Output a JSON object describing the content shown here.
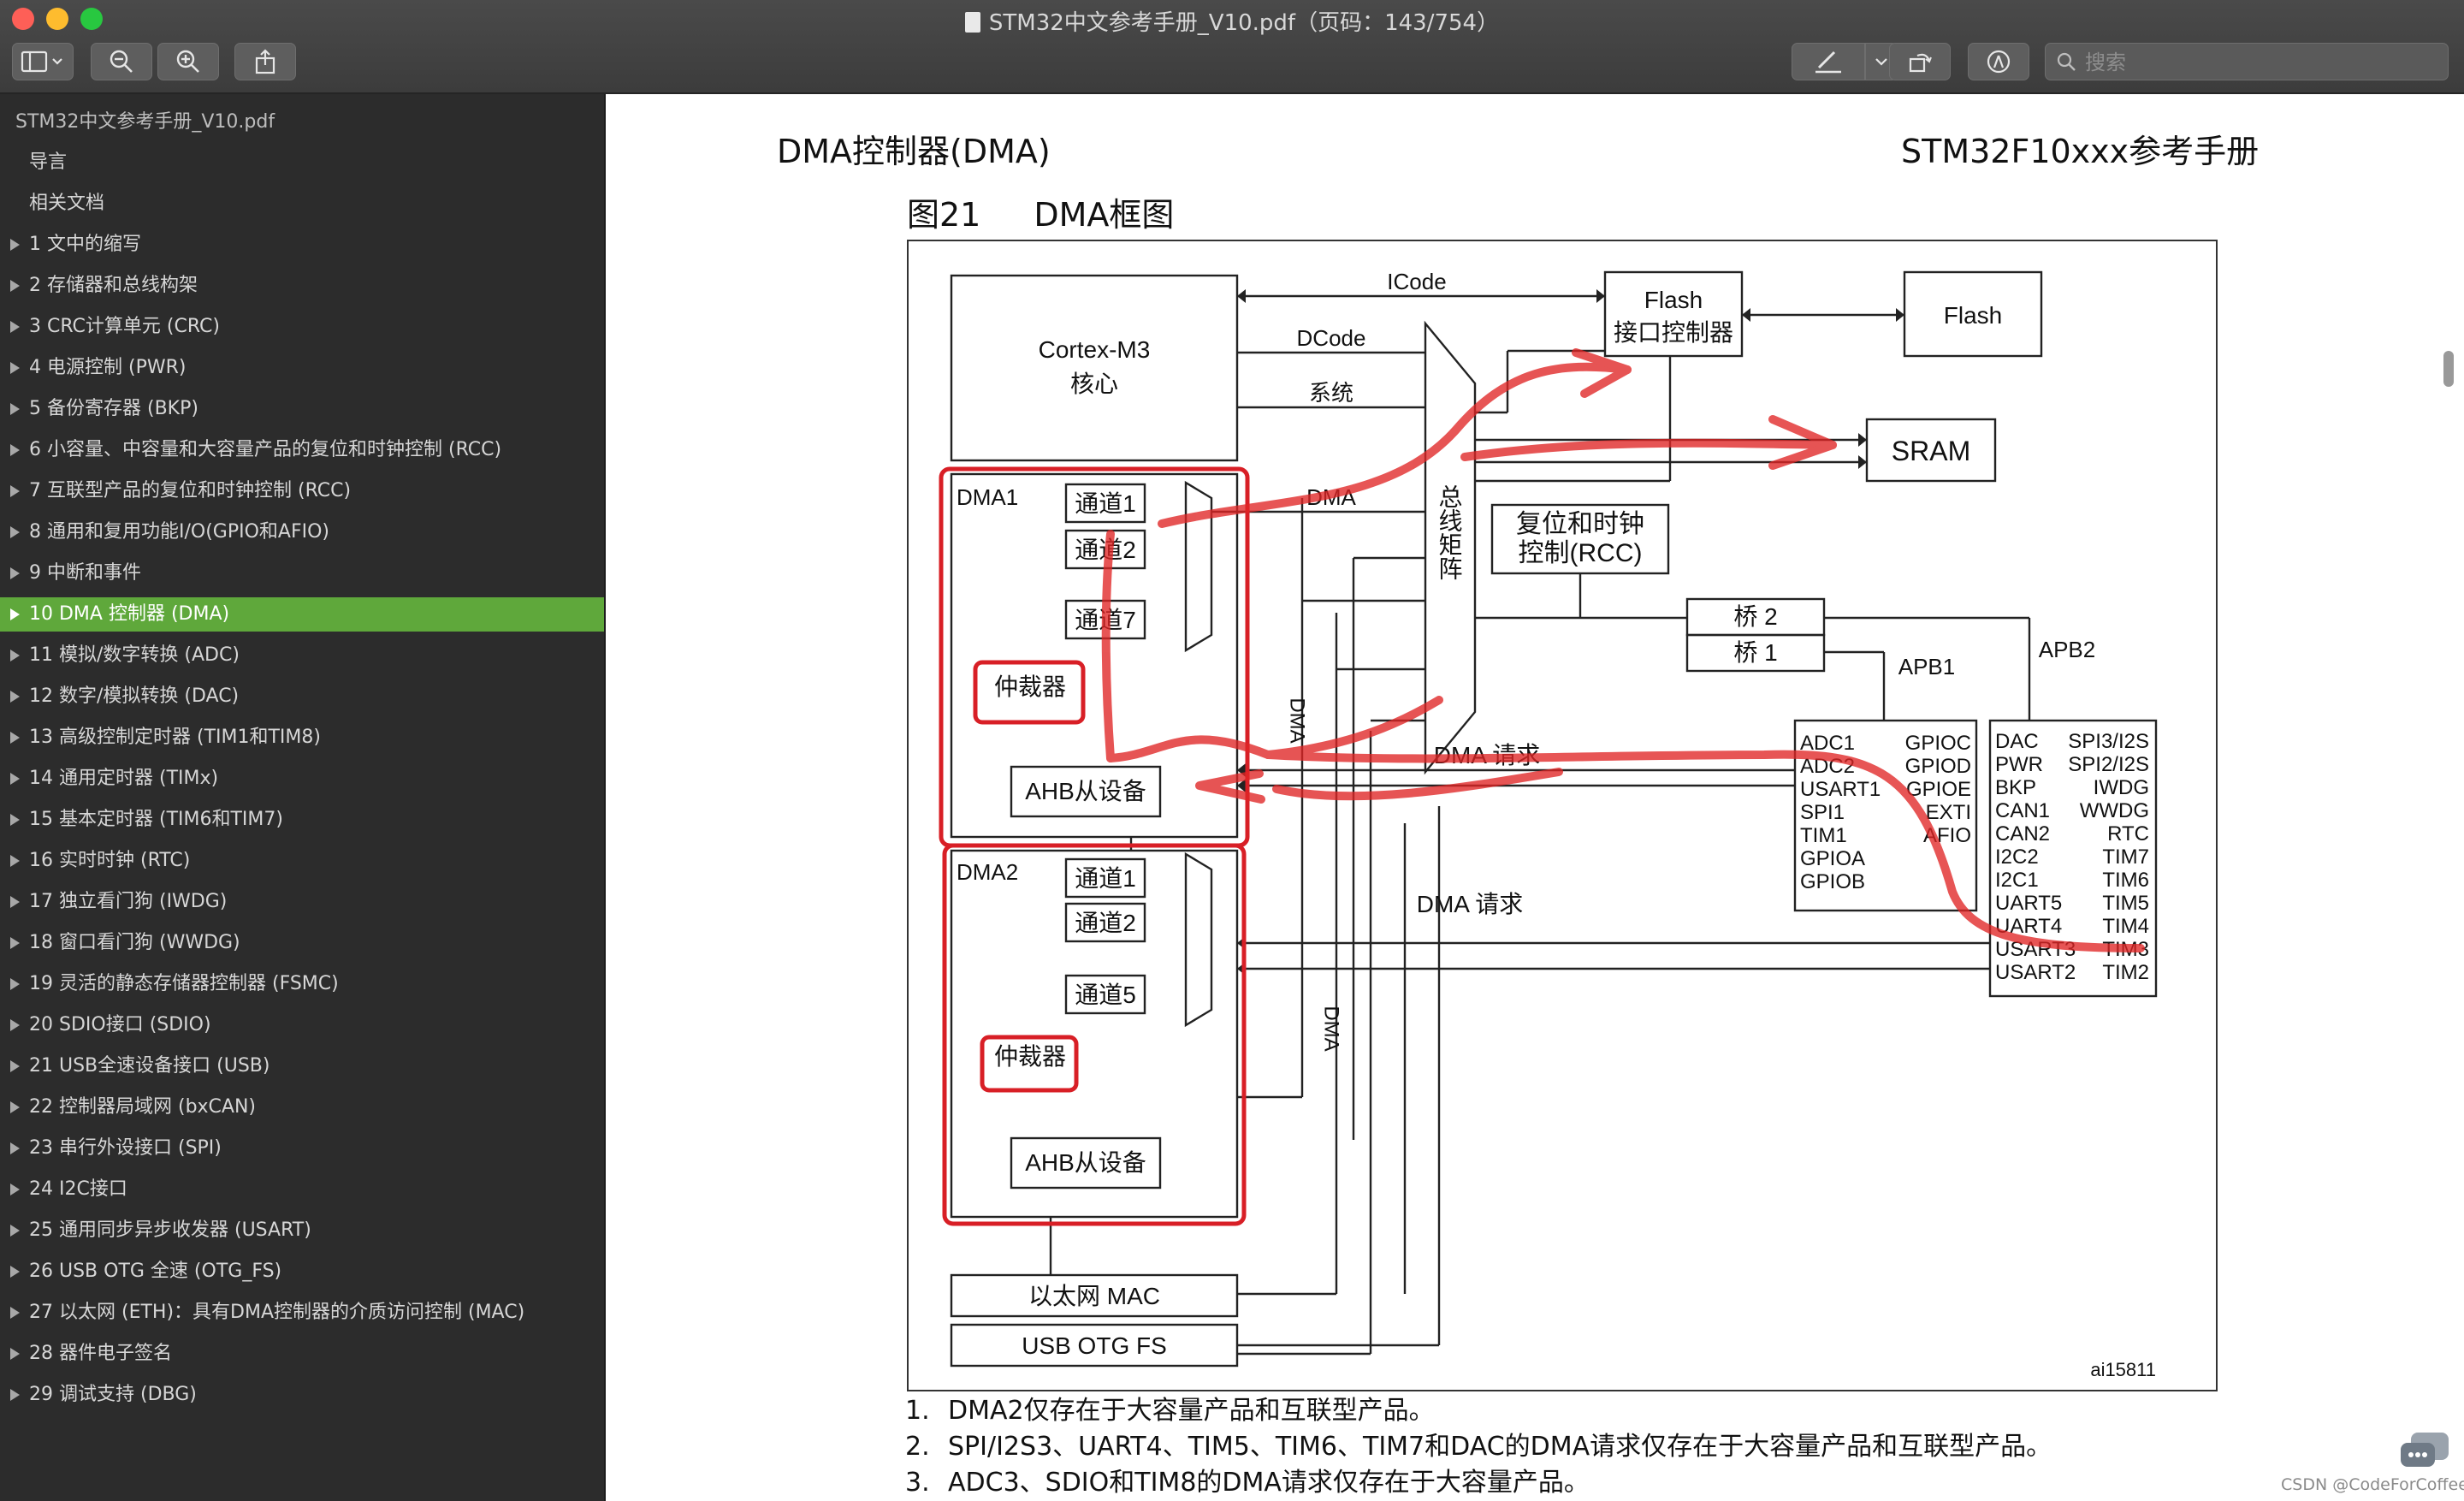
{
  "window": {
    "title": "STM32中文参考手册_V10.pdf（页码：143/754）",
    "search_placeholder": "搜索"
  },
  "toolbar": {
    "icons": [
      "sidebar-toggle-icon",
      "zoom-out-icon",
      "zoom-in-icon",
      "share-icon",
      "markup-pen-icon",
      "rotate-icon",
      "annotate-icon",
      "search-icon"
    ]
  },
  "sidebar": {
    "document": "STM32中文参考手册_V10.pdf",
    "items": [
      {
        "label": "导言",
        "expandable": false
      },
      {
        "label": "相关文档",
        "expandable": false
      },
      {
        "label": "1 文中的缩写",
        "expandable": true
      },
      {
        "label": "2 存储器和总线构架",
        "expandable": true
      },
      {
        "label": "3 CRC计算单元 (CRC)",
        "expandable": true
      },
      {
        "label": "4 电源控制 (PWR)",
        "expandable": true
      },
      {
        "label": "5 备份寄存器 (BKP)",
        "expandable": true
      },
      {
        "label": "6 小容量、中容量和大容量产品的复位和时钟控制 (RCC)",
        "expandable": true
      },
      {
        "label": "7 互联型产品的复位和时钟控制 (RCC)",
        "expandable": true
      },
      {
        "label": "8 通用和复用功能I/O(GPIO和AFIO)",
        "expandable": true
      },
      {
        "label": "9 中断和事件",
        "expandable": true
      },
      {
        "label": "10 DMA 控制器 (DMA)",
        "expandable": true,
        "active": true
      },
      {
        "label": "11 模拟/数字转换 (ADC)",
        "expandable": true
      },
      {
        "label": "12 数字/模拟转换 (DAC)",
        "expandable": true
      },
      {
        "label": "13 高级控制定时器 (TIM1和TIM8)",
        "expandable": true
      },
      {
        "label": "14 通用定时器 (TIMx)",
        "expandable": true
      },
      {
        "label": "15 基本定时器 (TIM6和TIM7)",
        "expandable": true
      },
      {
        "label": "16 实时时钟 (RTC)",
        "expandable": true
      },
      {
        "label": "17 独立看门狗 (IWDG)",
        "expandable": true
      },
      {
        "label": "18 窗口看门狗 (WWDG)",
        "expandable": true
      },
      {
        "label": "19 灵活的静态存储器控制器 (FSMC)",
        "expandable": true
      },
      {
        "label": "20 SDIO接口 (SDIO)",
        "expandable": true
      },
      {
        "label": "21 USB全速设备接口 (USB)",
        "expandable": true
      },
      {
        "label": "22 控制器局域网 (bxCAN)",
        "expandable": true
      },
      {
        "label": "23 串行外设接口 (SPI)",
        "expandable": true
      },
      {
        "label": "24 I2C接口",
        "expandable": true
      },
      {
        "label": "25 通用同步异步收发器 (USART)",
        "expandable": true
      },
      {
        "label": "26 USB OTG 全速 (OTG_FS)",
        "expandable": true
      },
      {
        "label": "27 以太网 (ETH)：具有DMA控制器的介质访问控制 (MAC)",
        "expandable": true
      },
      {
        "label": "28 器件电子签名",
        "expandable": true
      },
      {
        "label": "29 调试支持 (DBG)",
        "expandable": true
      }
    ]
  },
  "page": {
    "header_left": "DMA控制器(DMA)",
    "header_right": "STM32F10xxx参考手册",
    "figure_number": "图21",
    "figure_title": "DMA框图",
    "notes": [
      {
        "num": "1.",
        "text": "DMA2仅存在于大容量产品和互联型产品。"
      },
      {
        "num": "2.",
        "text": "SPI/I2S3、UART4、TIM5、TIM6、TIM7和DAC的DMA请求仅存在于大容量产品和互联型产品。"
      },
      {
        "num": "3.",
        "text": "ADC3、SDIO和TIM8的DMA请求仅存在于大容量产品。"
      }
    ],
    "watermark": "CSDN @CodeForCoffee"
  },
  "diagram": {
    "cortex": [
      "Cortex-M3",
      "核心"
    ],
    "bus_labels": {
      "icode": "ICode",
      "dcode": "DCode",
      "system": "系统",
      "dma": "DMA"
    },
    "flash_if": [
      "Flash",
      "接口控制器"
    ],
    "flash": "Flash",
    "sram": "SRAM",
    "bus_matrix": "总线矩阵",
    "rcc": [
      "复位和时钟",
      "控制(RCC)"
    ],
    "bridge2": "桥 2",
    "bridge1": "桥 1",
    "apb1": "APB1",
    "apb2": "APB2",
    "dma1": {
      "title": "DMA1",
      "channels": [
        "通道1",
        "通道2",
        "通道7"
      ],
      "arbiter": "仲裁器",
      "ahb_slave": "AHB从设备"
    },
    "dma2": {
      "title": "DMA2",
      "channels": [
        "通道1",
        "通道2",
        "通道5"
      ],
      "arbiter": "仲裁器",
      "ahb_slave": "AHB从设备"
    },
    "dma_request": "DMA 请求",
    "dma_vertical": "DMA",
    "apb1_periph_left": [
      "ADC1",
      "ADC2",
      "USART1",
      "SPI1",
      "TIM1",
      "GPIOA",
      "GPIOB"
    ],
    "apb1_periph_right": [
      "GPIOC",
      "GPIOD",
      "GPIOE",
      "EXTI",
      "AFIO"
    ],
    "apb2_periph_left": [
      "DAC",
      "PWR",
      "BKP",
      "CAN1",
      "CAN2",
      "I2C2",
      "I2C1",
      "UART5",
      "UART4",
      "USART3",
      "USART2"
    ],
    "apb2_periph_right": [
      "SPI3/I2S",
      "SPI2/I2S",
      "IWDG",
      "WWDG",
      "RTC",
      "TIM7",
      "TIM6",
      "TIM5",
      "TIM4",
      "TIM3",
      "TIM2"
    ],
    "eth_mac": "以太网 MAC",
    "usb_otg": "USB OTG FS",
    "figure_code": "ai15811",
    "annotation_color": "#e02525",
    "highlight_color": "#d81f26"
  },
  "colors": {
    "titlebar": "#3f3f3f",
    "sidebar_bg": "#2c2c2c",
    "sidebar_active": "#5fa83b",
    "close": "#fe5f57",
    "minimize": "#febc2e",
    "maximize": "#28c840"
  }
}
